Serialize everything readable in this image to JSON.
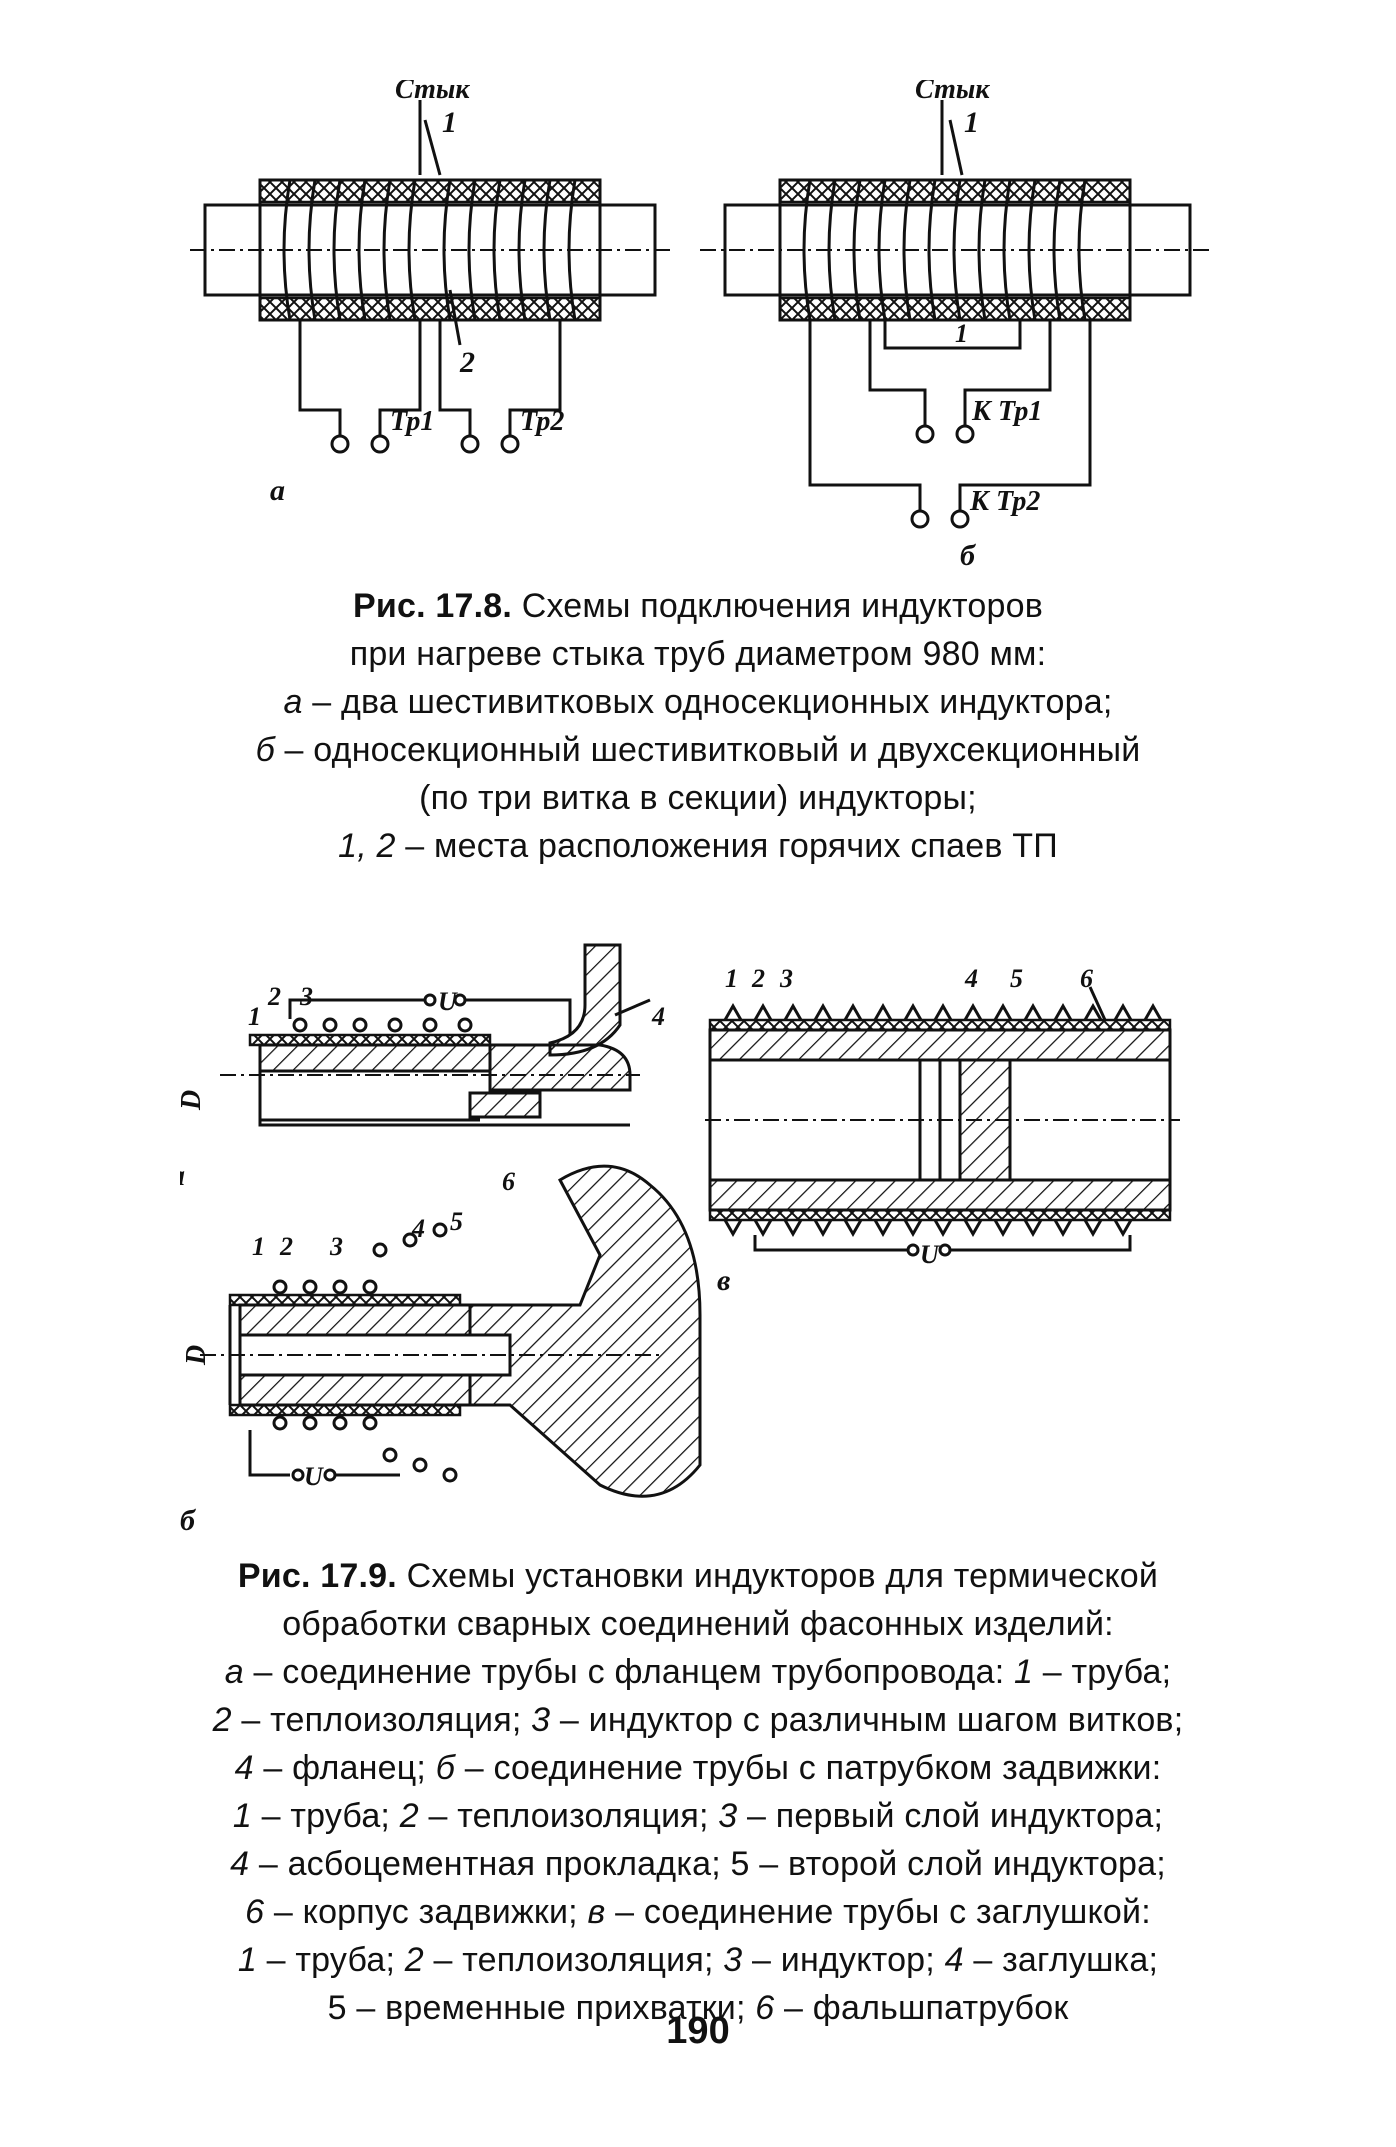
{
  "fig178": {
    "a": {
      "joint_label": "Стык",
      "num1": "1",
      "num2": "2",
      "tr1": "Тр1",
      "tr2": "Тр2",
      "panel": "а"
    },
    "b": {
      "joint_label": "Стык",
      "num1": "1",
      "num2": "1",
      "ktr1": "К Тр1",
      "ktr2": "К Тр2",
      "panel": "б"
    },
    "caption_title": "Рис. 17.8.",
    "caption_lines": [
      "Схемы подключения индукторов",
      "при нагреве стыка труб диаметром 980 мм:"
    ],
    "legend": [
      {
        "key": "а",
        "text": " – два шестивитковых односекционных индуктора;"
      },
      {
        "key": "б",
        "text": " – односекционный шестивитковый и двухсекционный"
      },
      {
        "key": "",
        "text": "(по три витка в секции) индукторы;"
      },
      {
        "key": "1, 2",
        "text": " – места расположения горячих спаев ТП"
      }
    ]
  },
  "fig179": {
    "a": {
      "panel": "а",
      "d": "D",
      "u": "U",
      "n1": "1",
      "n2": "2",
      "n3": "3",
      "n4": "4"
    },
    "b": {
      "panel": "б",
      "d": "D",
      "u": "U",
      "n1": "1",
      "n2": "2",
      "n3": "3",
      "n4": "4",
      "n5": "5",
      "n6": "6"
    },
    "c": {
      "panel": "в",
      "u": "U",
      "n1": "1",
      "n2": "2",
      "n3": "3",
      "n4": "4",
      "n5": "5",
      "n6": "6"
    },
    "caption_title": "Рис. 17.9.",
    "caption_lines": [
      [
        {
          "i": "",
          "t": "Схемы установки индукторов для термической"
        }
      ],
      [
        {
          "i": "",
          "t": "обработки сварных соединений фасонных изделий:"
        }
      ],
      [
        {
          "i": "а",
          "t": " – соединение трубы с фланцем трубопровода: "
        },
        {
          "i": "1",
          "t": " – труба;"
        }
      ],
      [
        {
          "i": "2",
          "t": " – теплоизоляция; "
        },
        {
          "i": "3",
          "t": " – индуктор с различным шагом витков;"
        }
      ],
      [
        {
          "i": "4",
          "t": " – фланец; "
        },
        {
          "i": "б",
          "t": " – соединение трубы с патрубком задвижки:"
        }
      ],
      [
        {
          "i": "1",
          "t": " – труба; "
        },
        {
          "i": "2",
          "t": " – теплоизоляция; "
        },
        {
          "i": "3",
          "t": " – первый слой индуктора;"
        }
      ],
      [
        {
          "i": "4",
          "t": " – асбоцементная прокладка; 5 – второй слой индуктора;"
        }
      ],
      [
        {
          "i": "6",
          "t": " – корпус задвижки; "
        },
        {
          "i": "в",
          "t": " – соединение трубы с заглушкой:"
        }
      ],
      [
        {
          "i": "1",
          "t": " – труба; "
        },
        {
          "i": "2",
          "t": " – теплоизоляция; "
        },
        {
          "i": "3",
          "t": " – индуктор; "
        },
        {
          "i": "4",
          "t": " – заглушка;"
        }
      ],
      [
        {
          "i": "",
          "t": "5 – временные прихватки; "
        },
        {
          "i": "6",
          "t": " – фальшпатрубок"
        }
      ]
    ]
  },
  "page_number": "190"
}
